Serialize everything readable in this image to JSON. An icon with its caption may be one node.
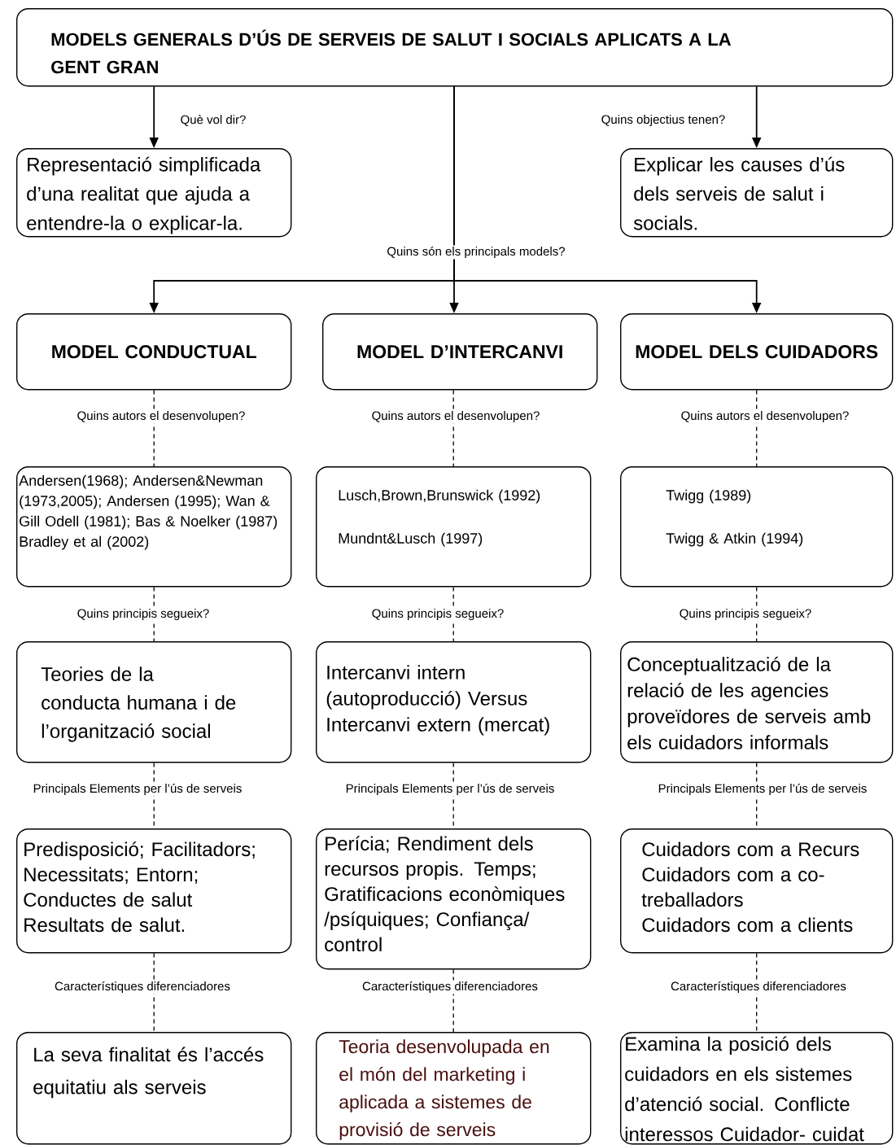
{
  "diagram": {
    "nodes": [
      {
        "text": [
          "MODELS GENERALS D’ÚS DE SERVEIS DE SALUT I SOCIALS APLICATS A LA GENT GRAN"
        ]
      },
      {
        "text": [
          "Representació simplificada d’una realitat que ajuda a entendre-la o explicar-la."
        ]
      },
      {
        "text": [
          "Explicar les causes d’ús dels serveis de salut i socials."
        ]
      },
      {
        "text": [
          "MODEL CONDUCTUAL"
        ]
      },
      {
        "text": [
          "MODEL D’INTERCANVI"
        ]
      },
      {
        "text": [
          "MODEL DELS CUIDADORS"
        ]
      },
      {
        "text": [
          "Andersen(1968); Andersen&Newman (1973,2005); Andersen (1995); Wan & Gill Odell (1981); Bas & Noelker (1987) Bradley et al (2002)"
        ]
      },
      {
        "text": [
          "Lusch,Brown,Brunswick (1992)",
          "Mundnt&Lusch (1997)"
        ]
      },
      {
        "text": [
          "Twigg (1989)",
          "Twigg & Atkin (1994)"
        ]
      },
      {
        "text": [
          "Teories de la conducta humana i de l’organització social"
        ]
      },
      {
        "text": [
          "Intercanvi intern (autoproducció) Versus Intercanvi extern (mercat)"
        ]
      },
      {
        "text": [
          "Conceptualització de la relació de les agencies proveïdores de serveis amb els cuidadors informals"
        ]
      },
      {
        "text": [
          "Predisposició; Facilitadors; Necessitats; Entorn; Conductes de salut Resultats de salut."
        ]
      },
      {
        "text": [
          "Perícia; Rendiment dels recursos propis. Temps; Gratificacions econòmiques /psíquiques; Confiança/ control"
        ]
      },
      {
        "text": [
          "Cuidadors com a Recurs",
          "Cuidadors com a co-treballadors",
          "Cuidadors com a clients"
        ]
      },
      {
        "text": [
          "La seva finalitat és l’accés equitatiu als serveis"
        ]
      },
      {
        "text": [
          "Teoria desenvolupada en el món del marketing i aplicada a sistemes de provisió de serveis"
        ]
      },
      {
        "text": [
          "Examina la posició dels cuidadors en els sistemes d’atenció social. Conflicte interessos Cuidador- cuidat"
        ]
      }
    ],
    "edges": [
      {
        "from": 0,
        "to": 1,
        "arrow": "to",
        "label": "Què vol dir?"
      },
      {
        "from": 0,
        "to": 2,
        "arrow": "to",
        "label": "Quins objectius tenen?"
      },
      {
        "from": 0,
        "to": 3,
        "arrow": "to"
      },
      {
        "from": 0,
        "to": 4,
        "arrow": "to",
        "label": "Quins són els principals models?"
      },
      {
        "from": 0,
        "to": 5,
        "arrow": "to"
      },
      {
        "from": 3,
        "to": 6,
        "arrow": "none",
        "style": "dashed",
        "label": "Quins autors el desenvolupen?"
      },
      {
        "from": 4,
        "to": 7,
        "arrow": "none",
        "style": "dashed",
        "label": "Quins autors el desenvolupen?"
      },
      {
        "from": 5,
        "to": 8,
        "arrow": "none",
        "style": "dashed",
        "label": "Quins autors el desenvolupen?"
      },
      {
        "from": 6,
        "to": 9,
        "arrow": "none",
        "style": "dashed",
        "label": "Quins principis segueix?"
      },
      {
        "from": 7,
        "to": 10,
        "arrow": "none",
        "style": "dashed",
        "label": "Quins principis segueix?"
      },
      {
        "from": 8,
        "to": 11,
        "arrow": "none",
        "style": "dashed",
        "label": "Quins principis segueix?"
      },
      {
        "from": 9,
        "to": 12,
        "arrow": "none",
        "style": "dashed",
        "label": "Principals Elements per l’ús de serveis"
      },
      {
        "from": 10,
        "to": 13,
        "arrow": "none",
        "style": "dashed",
        "label": "Principals Elements per l’ús de serveis"
      },
      {
        "from": 11,
        "to": 14,
        "arrow": "none",
        "style": "dashed",
        "label": "Principals Elements per l’ús de serveis"
      },
      {
        "from": 12,
        "to": 15,
        "arrow": "none",
        "style": "dashed",
        "label": "Característiques diferenciadores"
      },
      {
        "from": 13,
        "to": 16,
        "arrow": "none",
        "style": "dashed",
        "label": "Característiques diferenciadores"
      },
      {
        "from": 14,
        "to": 17,
        "arrow": "none",
        "style": "dashed",
        "label": "Característiques diferenciadores"
      }
    ]
  }
}
